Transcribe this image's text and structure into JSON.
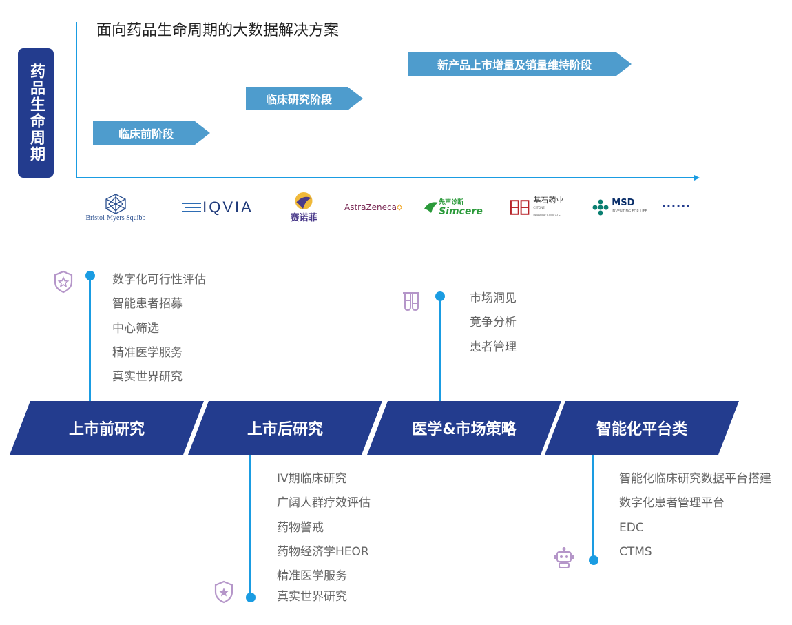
{
  "lifecycle": {
    "badge": "药品生命周期",
    "title": "面向药品生命周期的大数据解决方案",
    "stages": [
      {
        "label": "临床前阶段"
      },
      {
        "label": "临床研究阶段"
      },
      {
        "label": "新产品上市增量及销量维持阶段"
      }
    ]
  },
  "logos": [
    {
      "name": "Bristol-Myers Squibb"
    },
    {
      "name": "IQVIA"
    },
    {
      "name": "赛诺菲"
    },
    {
      "name": "AstraZeneca"
    },
    {
      "name": "Simcere",
      "cn": "先声诊断"
    },
    {
      "name": "基石药业",
      "sub": "CSTONE PHARMACEUTICALS"
    },
    {
      "name": "MSD",
      "sub": "INVENTING FOR LIFE"
    },
    {
      "name": "......"
    }
  ],
  "categories": [
    {
      "label": "上市前研究",
      "items": [
        "数字化可行性评估",
        "智能患者招募",
        "中心筛选",
        "精准医学服务",
        "真实世界研究"
      ]
    },
    {
      "label": "上市后研究",
      "items": [
        "IV期临床研究",
        "广阔人群疗效评估",
        "药物警戒",
        "药物经济学HEOR",
        "精准医学服务",
        "真实世界研究"
      ]
    },
    {
      "label": "医学&市场策略",
      "items": [
        "市场洞见",
        "竞争分析",
        "患者管理"
      ]
    },
    {
      "label": "智能化平台类",
      "items": [
        "智能化临床研究数据平台搭建",
        "数字化患者管理平台",
        "EDC",
        "CTMS"
      ]
    }
  ],
  "colors": {
    "navy": "#233c8e",
    "stage_blue": "#4e9ccd",
    "line_blue": "#1a9ce2",
    "icon_purple": "#b596c9"
  }
}
